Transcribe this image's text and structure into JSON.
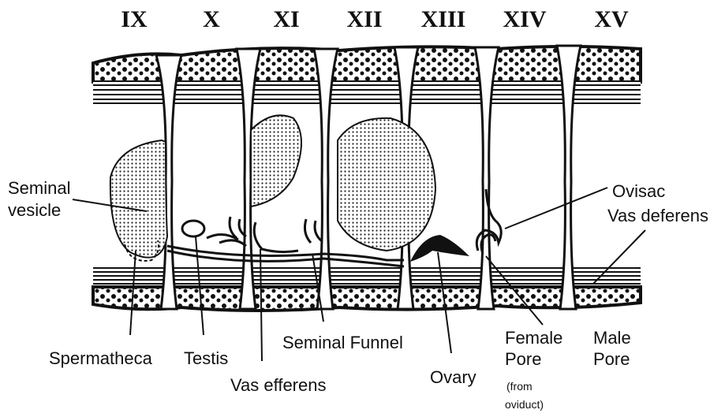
{
  "segments": [
    "IX",
    "X",
    "XI",
    "XII",
    "XIII",
    "XIV",
    "XV"
  ],
  "labels": {
    "seminal_vesicle_1": "Seminal",
    "seminal_vesicle_2": "vesicle",
    "ovisac": "Ovisac",
    "vas_deferens": "Vas deferens",
    "spermatheca": "Spermatheca",
    "testis": "Testis",
    "vas_efferens": "Vas efferens",
    "seminal_funnel": "Seminal Funnel",
    "ovary": "Ovary",
    "female_pore_1": "Female",
    "female_pore_2": "Pore",
    "female_pore_3": "(from",
    "female_pore_4": "oviduct)",
    "male_pore_1": "Male",
    "male_pore_2": "Pore"
  }
}
